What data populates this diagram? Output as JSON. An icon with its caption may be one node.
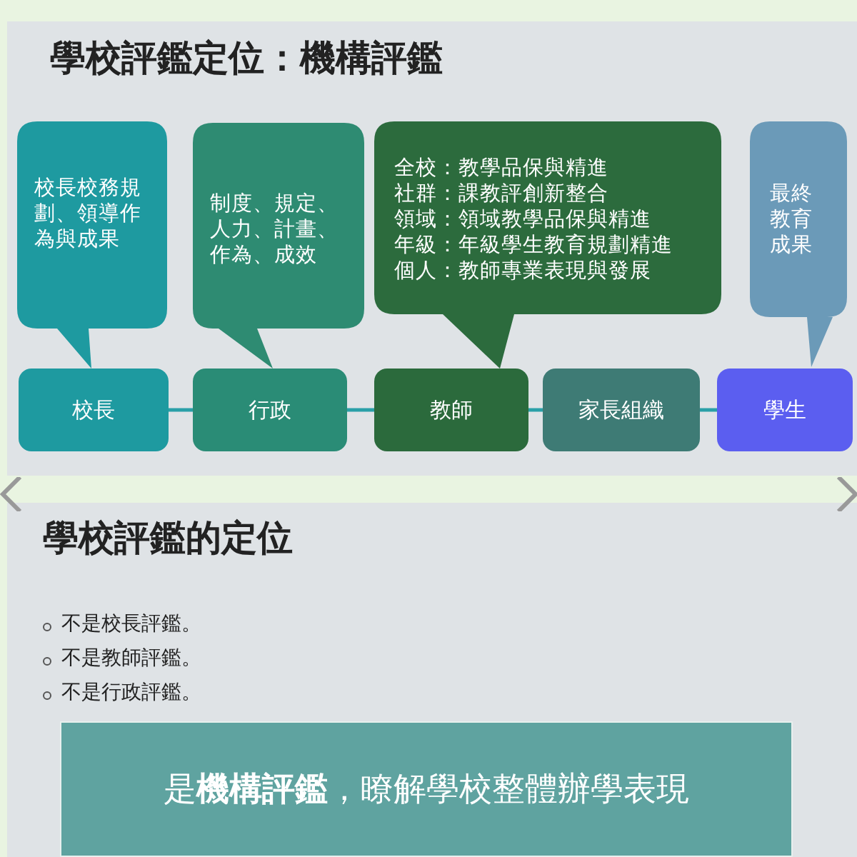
{
  "diagram": {
    "title": "學校評鑑定位：機構評鑑",
    "nodes": [
      {
        "text": [
          "校長校務規劃、領導作為與成果"
        ]
      },
      {
        "text": [
          "制度、規定、人力、計畫、作為、成效"
        ]
      },
      {
        "text": [
          "全校：教學品保與精進",
          "社群：課教評創新整合",
          "領域：領域教學品保與精進",
          "年級：年級學生教育規劃精進",
          "個人：教師專業表現與發展"
        ]
      },
      {
        "text": [
          "最終教育成果"
        ]
      },
      {
        "text": [
          "校長"
        ]
      },
      {
        "text": [
          "行政"
        ]
      },
      {
        "text": [
          "教師"
        ]
      },
      {
        "text": [
          "家長組織"
        ]
      },
      {
        "text": [
          "學生"
        ]
      },
      {
        "text": [
          "是**機構評鑑**，瞭解學校整體辦學表現"
        ]
      }
    ],
    "edges": [
      {
        "from": 4,
        "to": 5,
        "arrow": "none"
      },
      {
        "from": 5,
        "to": 6,
        "arrow": "none"
      },
      {
        "from": 6,
        "to": 7,
        "arrow": "none"
      },
      {
        "from": 7,
        "to": 8,
        "arrow": "none"
      }
    ],
    "labels": [
      "學校評鑑的定位",
      "不是校長評鑑。",
      "不是教師評鑑。",
      "不是行政評鑑。"
    ]
  }
}
